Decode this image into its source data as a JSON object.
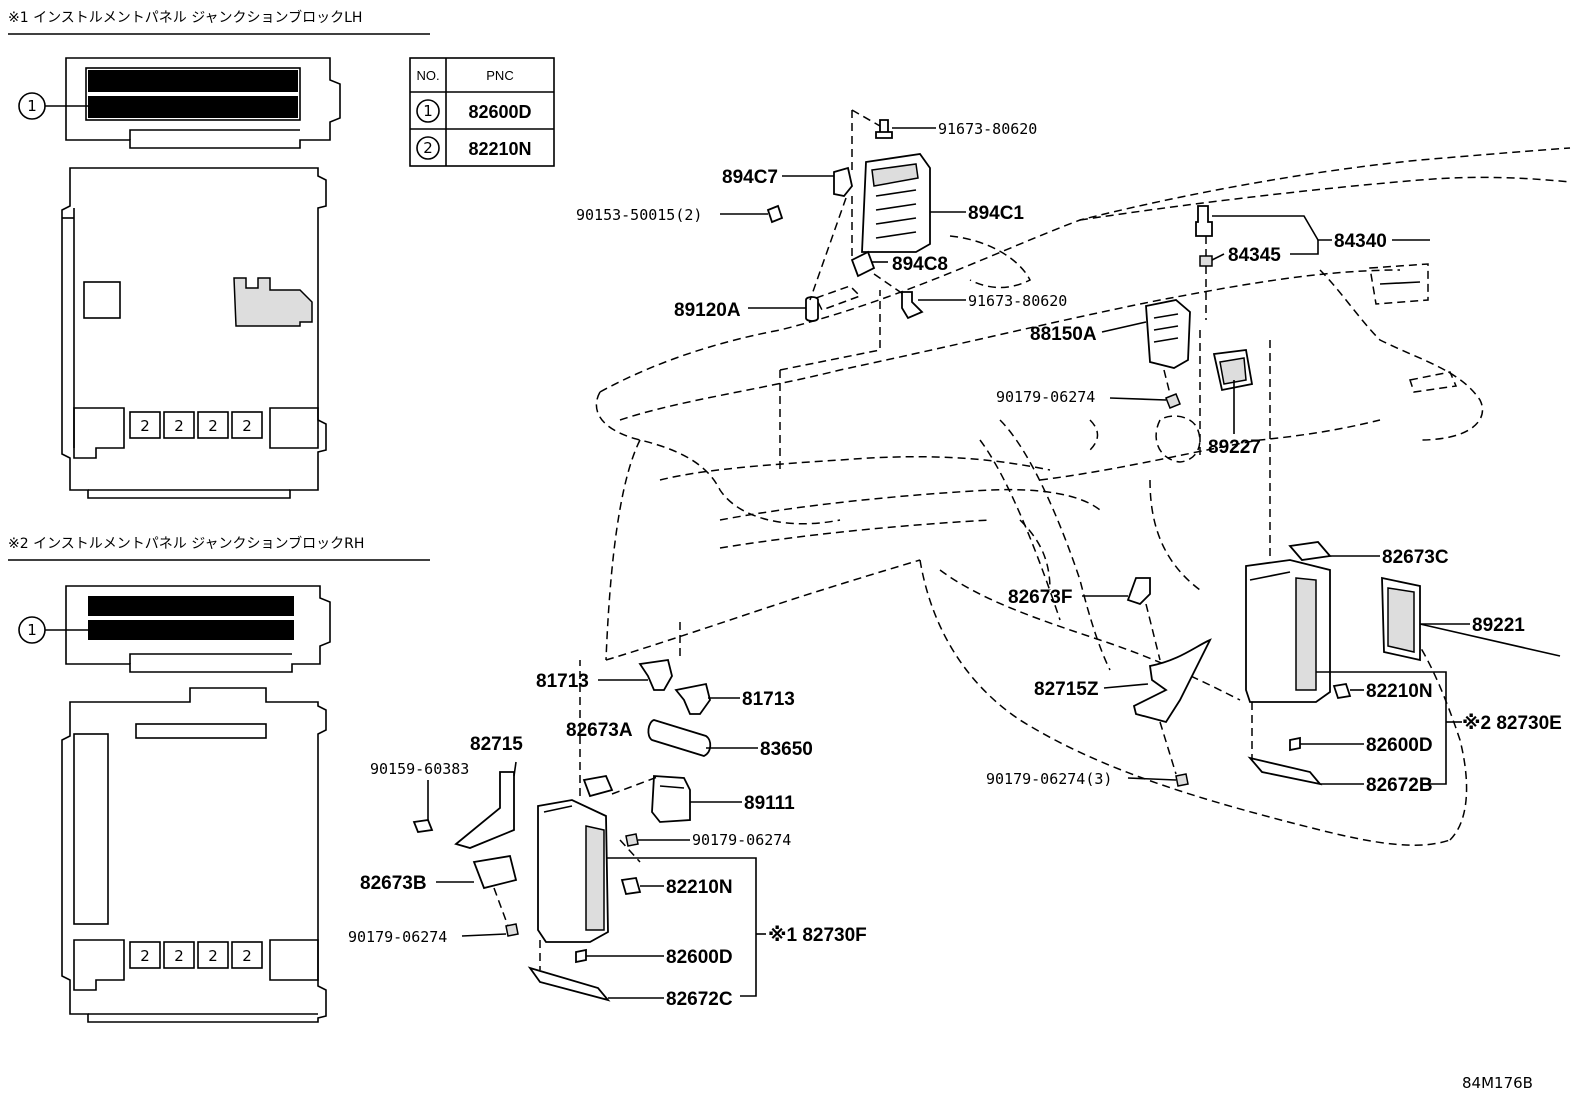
{
  "sections": {
    "lh_title": "※1 インストルメントパネル ジャンクションブロックLH",
    "rh_title": "※2 インストルメントパネル ジャンクションブロックRH"
  },
  "table": {
    "headers": [
      "NO.",
      "PNC"
    ],
    "rows": [
      {
        "no": "1",
        "pnc": "82600D"
      },
      {
        "no": "2",
        "pnc": "82210N"
      }
    ]
  },
  "callouts": {
    "c1": "1",
    "c2": "2"
  },
  "labels": {
    "p91673a": "91673-80620",
    "p894c7": "894C7",
    "p90153": "90153-50015(2)",
    "p894c1": "894C1",
    "p894c8": "894C8",
    "p91673b": "91673-80620",
    "p89120a": "89120A",
    "p88150a": "88150A",
    "p90179a": "90179-06274",
    "p84340": "84340",
    "p84345": "84345",
    "p89227": "89227",
    "p82673c": "82673C",
    "p89221": "89221",
    "p82673f": "82673F",
    "p82715z": "82715Z",
    "p82210n_r": "82210N",
    "p82730e": "※2 82730E",
    "p82600d_r": "82600D",
    "p90179_3": "90179-06274(3)",
    "p82672b": "82672B",
    "p81713a": "81713",
    "p81713b": "81713",
    "p82673a": "82673A",
    "p83650": "83650",
    "p82715": "82715",
    "p90159": "90159-60383",
    "p89111": "89111",
    "p90179b": "90179-06274",
    "p82673b": "82673B",
    "p82210n_l": "82210N",
    "p82730f": "※1 82730F",
    "p90179c": "90179-06274",
    "p82600d_l": "82600D",
    "p82672c": "82672C"
  },
  "diagram_code": "84M176B"
}
